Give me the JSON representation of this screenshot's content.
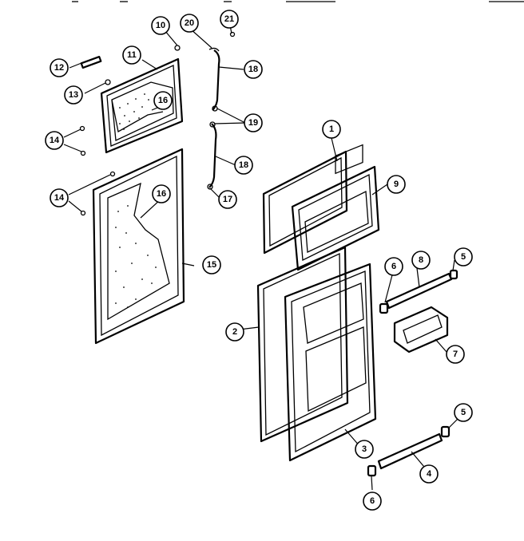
{
  "callouts": {
    "c1": "1",
    "c2": "2",
    "c3": "3",
    "c4": "4",
    "c5a": "5",
    "c5b": "5",
    "c6a": "6",
    "c6b": "6",
    "c7": "7",
    "c8": "8",
    "c9": "9",
    "c10": "10",
    "c11": "11",
    "c12": "12",
    "c13": "13",
    "c14a": "14",
    "c14b": "14",
    "c15": "15",
    "c16a": "16",
    "c16b": "16",
    "c17": "17",
    "c18a": "18",
    "c18b": "18",
    "c19": "19",
    "c20": "20",
    "c21": "21"
  }
}
